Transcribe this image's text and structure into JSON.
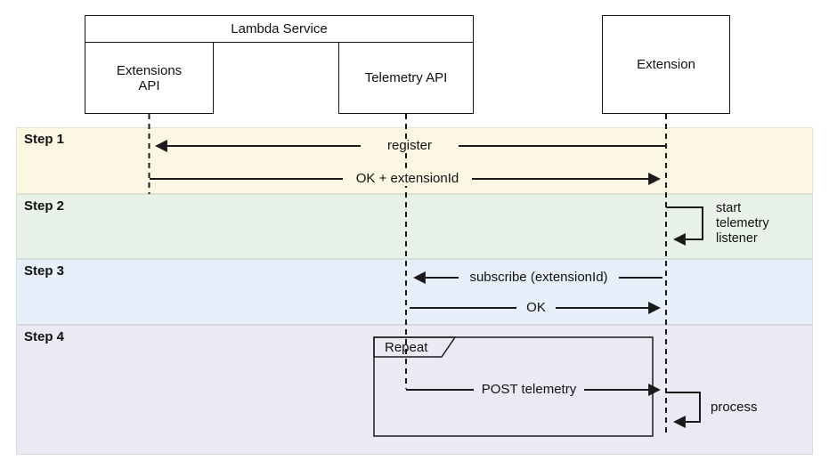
{
  "diagram": {
    "actors": {
      "lambda_service": "Lambda Service",
      "extensions_api": "Extensions API",
      "telemetry_api": "Telemetry API",
      "extension": "Extension"
    },
    "steps": [
      {
        "label": "Step 1",
        "color": "#fcf7e2"
      },
      {
        "label": "Step 2",
        "color": "#e9f2e9"
      },
      {
        "label": "Step 3",
        "color": "#e7f0fa"
      },
      {
        "label": "Step 4",
        "color": "#ebe9f3"
      }
    ],
    "messages": {
      "register": "register",
      "ok_extension_id": "OK + extensionId",
      "start_telemetry_listener": "start telemetry listener",
      "subscribe": "subscribe (extensionId)",
      "ok": "OK",
      "post_telemetry": "POST telemetry",
      "process": "process"
    },
    "fragments": {
      "repeat": "Repeat"
    },
    "line_color": "#1a1a1a"
  }
}
